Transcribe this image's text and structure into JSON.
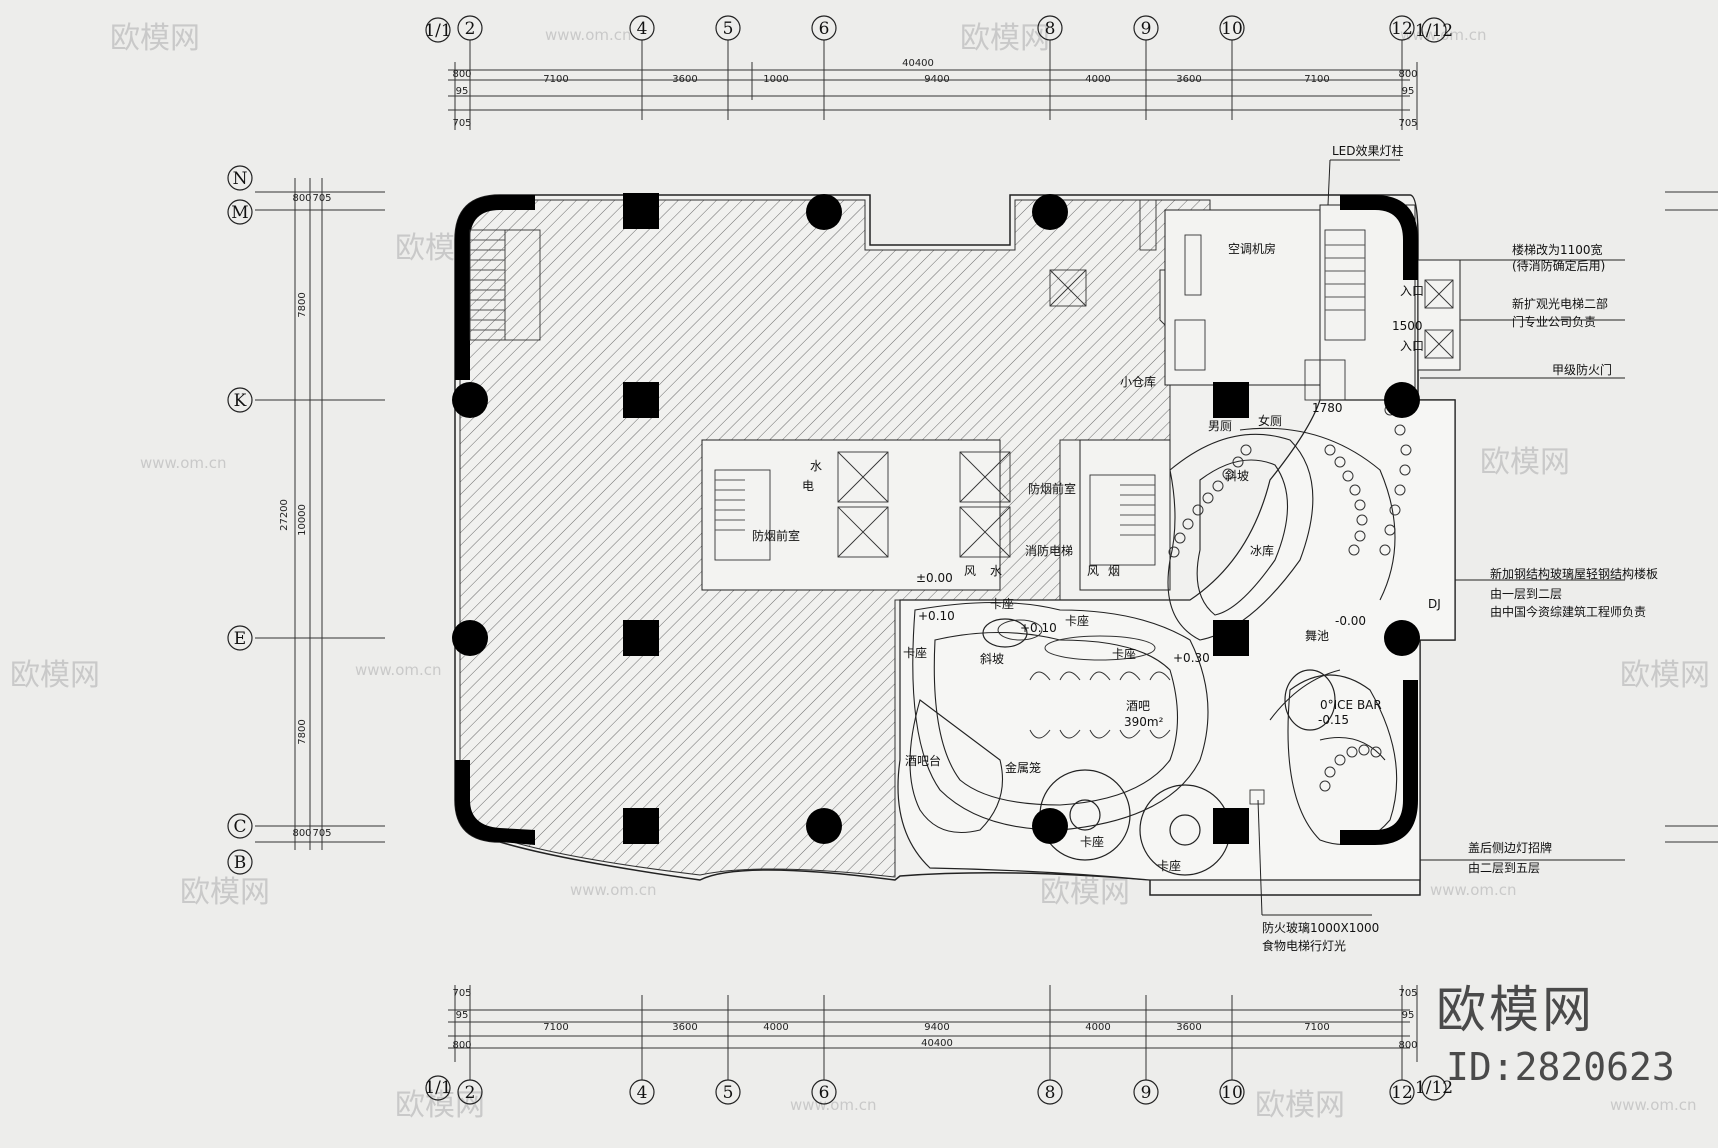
{
  "drawing": {
    "grid_columns": [
      "1/1",
      "2",
      "4",
      "5",
      "6",
      "8",
      "9",
      "10",
      "12",
      "1/12"
    ],
    "grid_rows": [
      "N",
      "M",
      "K",
      "E",
      "C",
      "B"
    ],
    "top_total": "40400",
    "top_segments": [
      "800",
      "7100",
      "3600",
      "1000",
      "9400",
      "4000",
      "3600",
      "7100",
      "800"
    ],
    "bottom_total": "40400",
    "bottom_segments": [
      "800",
      "7100",
      "3600",
      "4000",
      "9400",
      "4000",
      "3600",
      "7100",
      "800"
    ],
    "edge_offsets": {
      "a": "705",
      "b": "95",
      "c": "800"
    },
    "left_total": "27200",
    "left_segments": [
      "800",
      "7800",
      "10000",
      "7800",
      "800"
    ],
    "levels": {
      "zero": "±0.00",
      "p010": "+0.10",
      "p030": "+0.30",
      "m000": "-0.00",
      "m015": "-0.15"
    },
    "area": "390m²"
  },
  "rooms": {
    "stair_smoke": "防烟前室",
    "smoke_front": "防烟前室",
    "fire_elevator": "消防电梯",
    "water1": "水",
    "elec1": "电",
    "wind": "风",
    "water2": "水",
    "wind2": "风",
    "smoke": "烟",
    "hvac": "空调机房",
    "storage": "小仓库",
    "men": "男厕",
    "women": "女厕",
    "ramp1": "斜坡",
    "ramp2": "斜坡",
    "ice": "冰库",
    "dance": "舞池",
    "ice_bar": "0°ICE BAR",
    "booth1": "卡座",
    "booth2": "卡座",
    "booth3": "卡座",
    "booth4": "卡座",
    "booth5": "卡座",
    "booth6": "卡座",
    "bar": "酒吧",
    "cage": "金属笼",
    "kitchen": "酒吧台",
    "entry1": "入口",
    "entry2": "入口",
    "dj": "DJ"
  },
  "notes": {
    "led": "LED效果灯柱",
    "stair_note_1": "楼梯改为1100宽",
    "stair_note_2": "(待消防确定后用)",
    "elev_note_1": "新扩观光电梯二部",
    "elev_note_2": "门专业公司负责",
    "fire_door": "甲级防火门",
    "glass_note_1": "新加钢结构玻璃屋轻钢结构楼板",
    "glass_note_2": "由一层到二层",
    "glass_note_3": "由中国今资综建筑工程师负责",
    "light_note_1": "盖后侧边灯招牌",
    "light_note_2": "由二层到五层",
    "fire_glass_1": "防火玻璃1000X1000",
    "fire_glass_2": "食物电梯行灯光",
    "dim_1500": "1500",
    "dim_1780": "1780"
  },
  "watermark": {
    "brand": "欧模网",
    "url": "www.om.cn",
    "id": "ID:2820623"
  }
}
